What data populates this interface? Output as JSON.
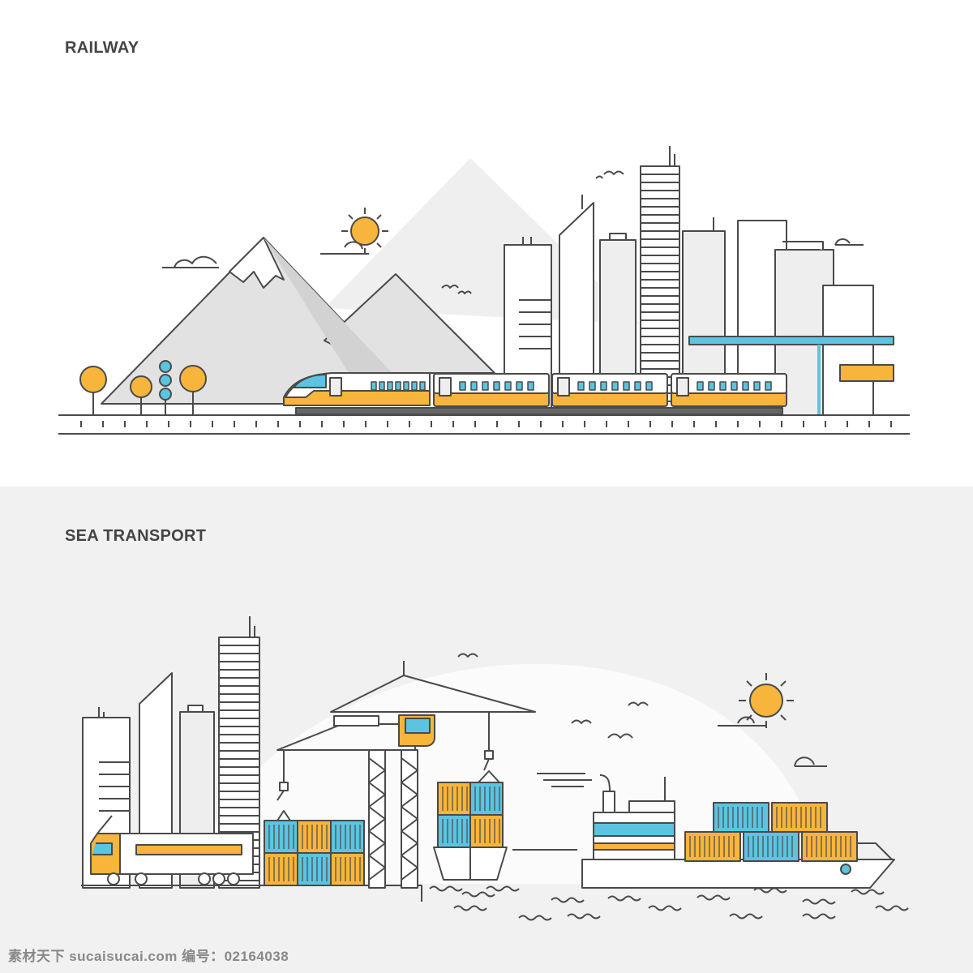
{
  "railway": {
    "title": "RAILWAY"
  },
  "sea": {
    "title": "SEA TRANSPORT"
  },
  "watermark": {
    "text": "素材天下 sucaisucai.com   编号：02164038"
  },
  "colors": {
    "line": "#4a4a4a",
    "orange": "#f7b53b",
    "blue": "#5bc4e0",
    "gray": "#e4e4e4",
    "panel_bg": "#f1f1f1"
  }
}
